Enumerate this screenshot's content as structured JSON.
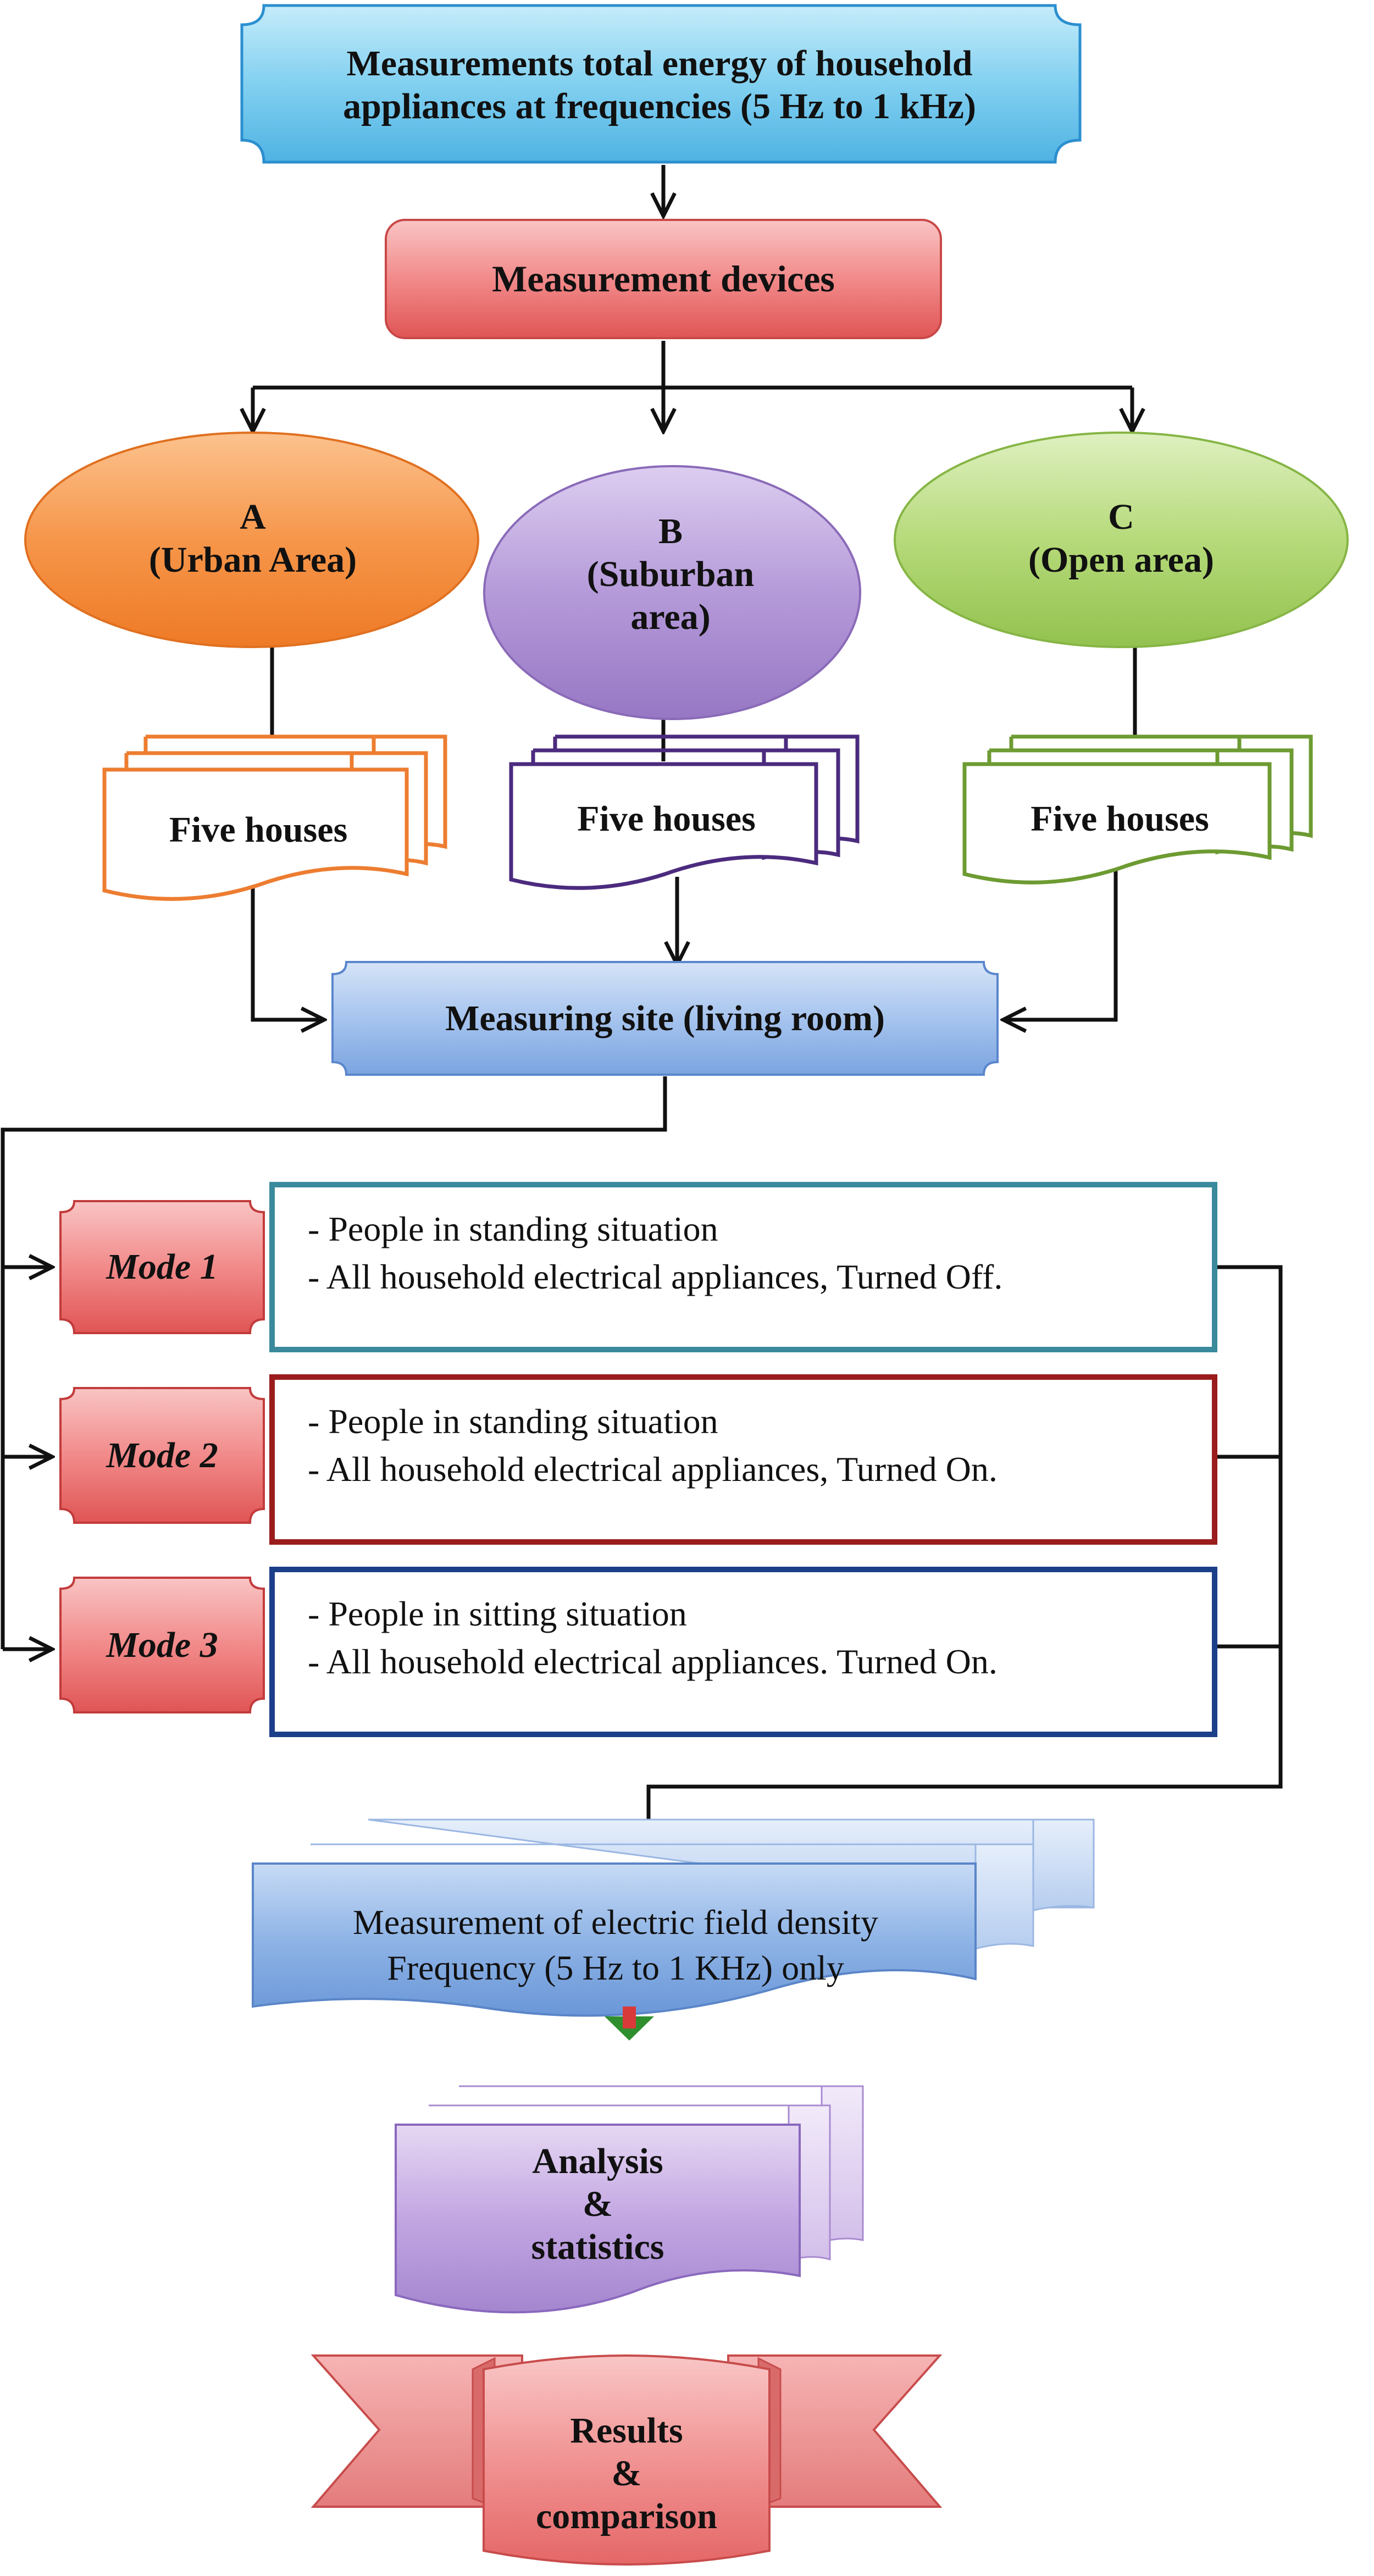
{
  "header": {
    "line1": "Measurements total energy of household",
    "line2": "appliances at frequencies (5 Hz to 1 kHz)"
  },
  "devices": "Measurement devices",
  "areas": [
    {
      "letter": "A",
      "line1": "(Urban Area)",
      "line2": "",
      "color": "#f08a3a"
    },
    {
      "letter": "B",
      "line1": "(Suburban",
      "line2": "area)",
      "color": "#9b7fc4"
    },
    {
      "letter": "C",
      "line1": "(Open area)",
      "line2": "",
      "color": "#98c455"
    }
  ],
  "houses": [
    "Five houses",
    "Five houses",
    "Five houses"
  ],
  "site": "Measuring site (living room)",
  "modes": [
    {
      "label": "Mode 1",
      "line1": "- People in standing situation",
      "line2": "- All household electrical appliances, Turned Off.",
      "border": "#3a8a9c"
    },
    {
      "label": "Mode 2",
      "line1": "- People in standing situation",
      "line2": "- All household electrical appliances, Turned On.",
      "border": "#9a1c1c"
    },
    {
      "label": "Mode 3",
      "line1": "- People in sitting situation",
      "line2": "- All household electrical appliances. Turned On.",
      "border": "#1c3f8a"
    }
  ],
  "measurement": {
    "line1": "Measurement of electric field density",
    "line2": "Frequency (5 Hz to 1 KHz) only"
  },
  "analysis": {
    "line1": "Analysis",
    "line2": "&",
    "line3": "statistics"
  },
  "results": {
    "line1": "Results",
    "line2": "&",
    "line3": "comparison"
  }
}
